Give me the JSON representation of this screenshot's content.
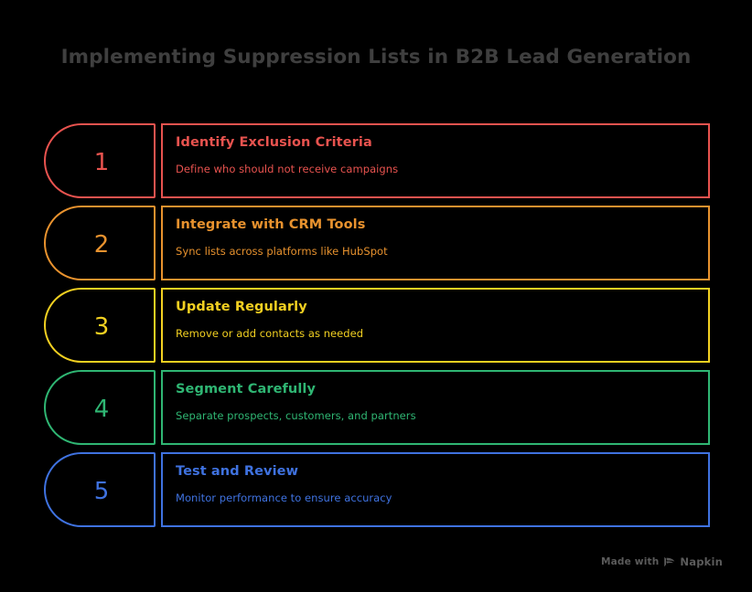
{
  "title": "Implementing Suppression Lists in B2B Lead Generation",
  "theme": {
    "background": "#000000",
    "title_color": "#3f3f3f",
    "watermark_color": "#5b5b5b"
  },
  "steps": [
    {
      "number": "1",
      "title": "Identify Exclusion Criteria",
      "description": "Define who should not receive campaigns",
      "color": "#e8534f"
    },
    {
      "number": "2",
      "title": "Integrate with CRM Tools",
      "description": "Sync lists across platforms like HubSpot",
      "color": "#e8922e"
    },
    {
      "number": "3",
      "title": "Update Regularly",
      "description": "Remove or add contacts as needed",
      "color": "#f2d021"
    },
    {
      "number": "4",
      "title": "Segment Carefully",
      "description": "Separate prospects, customers, and partners",
      "color": "#2fb673"
    },
    {
      "number": "5",
      "title": "Test and Review",
      "description": "Monitor performance to ensure accuracy",
      "color": "#3f72e0"
    }
  ],
  "watermark": {
    "prefix": "Made with",
    "brand": "Napkin",
    "logo_icon": "napkin-leaf-icon"
  }
}
